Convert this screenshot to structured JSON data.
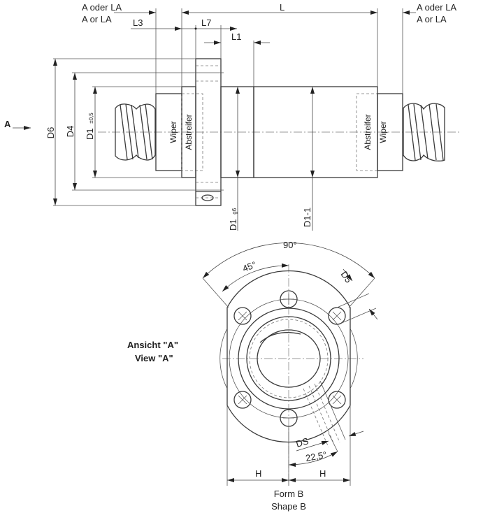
{
  "side_view": {
    "ref_left_de": "A oder LA",
    "ref_left_en": "A or LA",
    "ref_right_de": "A oder LA",
    "ref_right_en": "A or LA",
    "dim_L": "L",
    "dim_L3": "L3",
    "dim_L7": "L7",
    "dim_L1": "L1",
    "view_arrow": "A",
    "dim_D6": "D6",
    "dim_D4": "D4",
    "dim_D1_tol": "D1",
    "dim_D1_tol_sub": "±0,5",
    "dim_D1_fit": "D1",
    "dim_D1_fit_sub": "g6",
    "dim_D1_1": "D1-1",
    "wiper_left_en": "Wiper",
    "wiper_left_de": "Abstreifer",
    "wiper_right_de": "Abstreifer",
    "wiper_right_en": "Wiper"
  },
  "front_view": {
    "view_title_de": "Ansicht \"A\"",
    "view_title_en": "View \"A\"",
    "angle_90": "90°",
    "angle_45": "45°",
    "dim_D5": "D5",
    "dim_DS": "DS",
    "angle_22_5": "22,5°",
    "dim_H_left": "H",
    "dim_H_right": "H",
    "shape_de": "Form B",
    "shape_en": "Shape B"
  }
}
